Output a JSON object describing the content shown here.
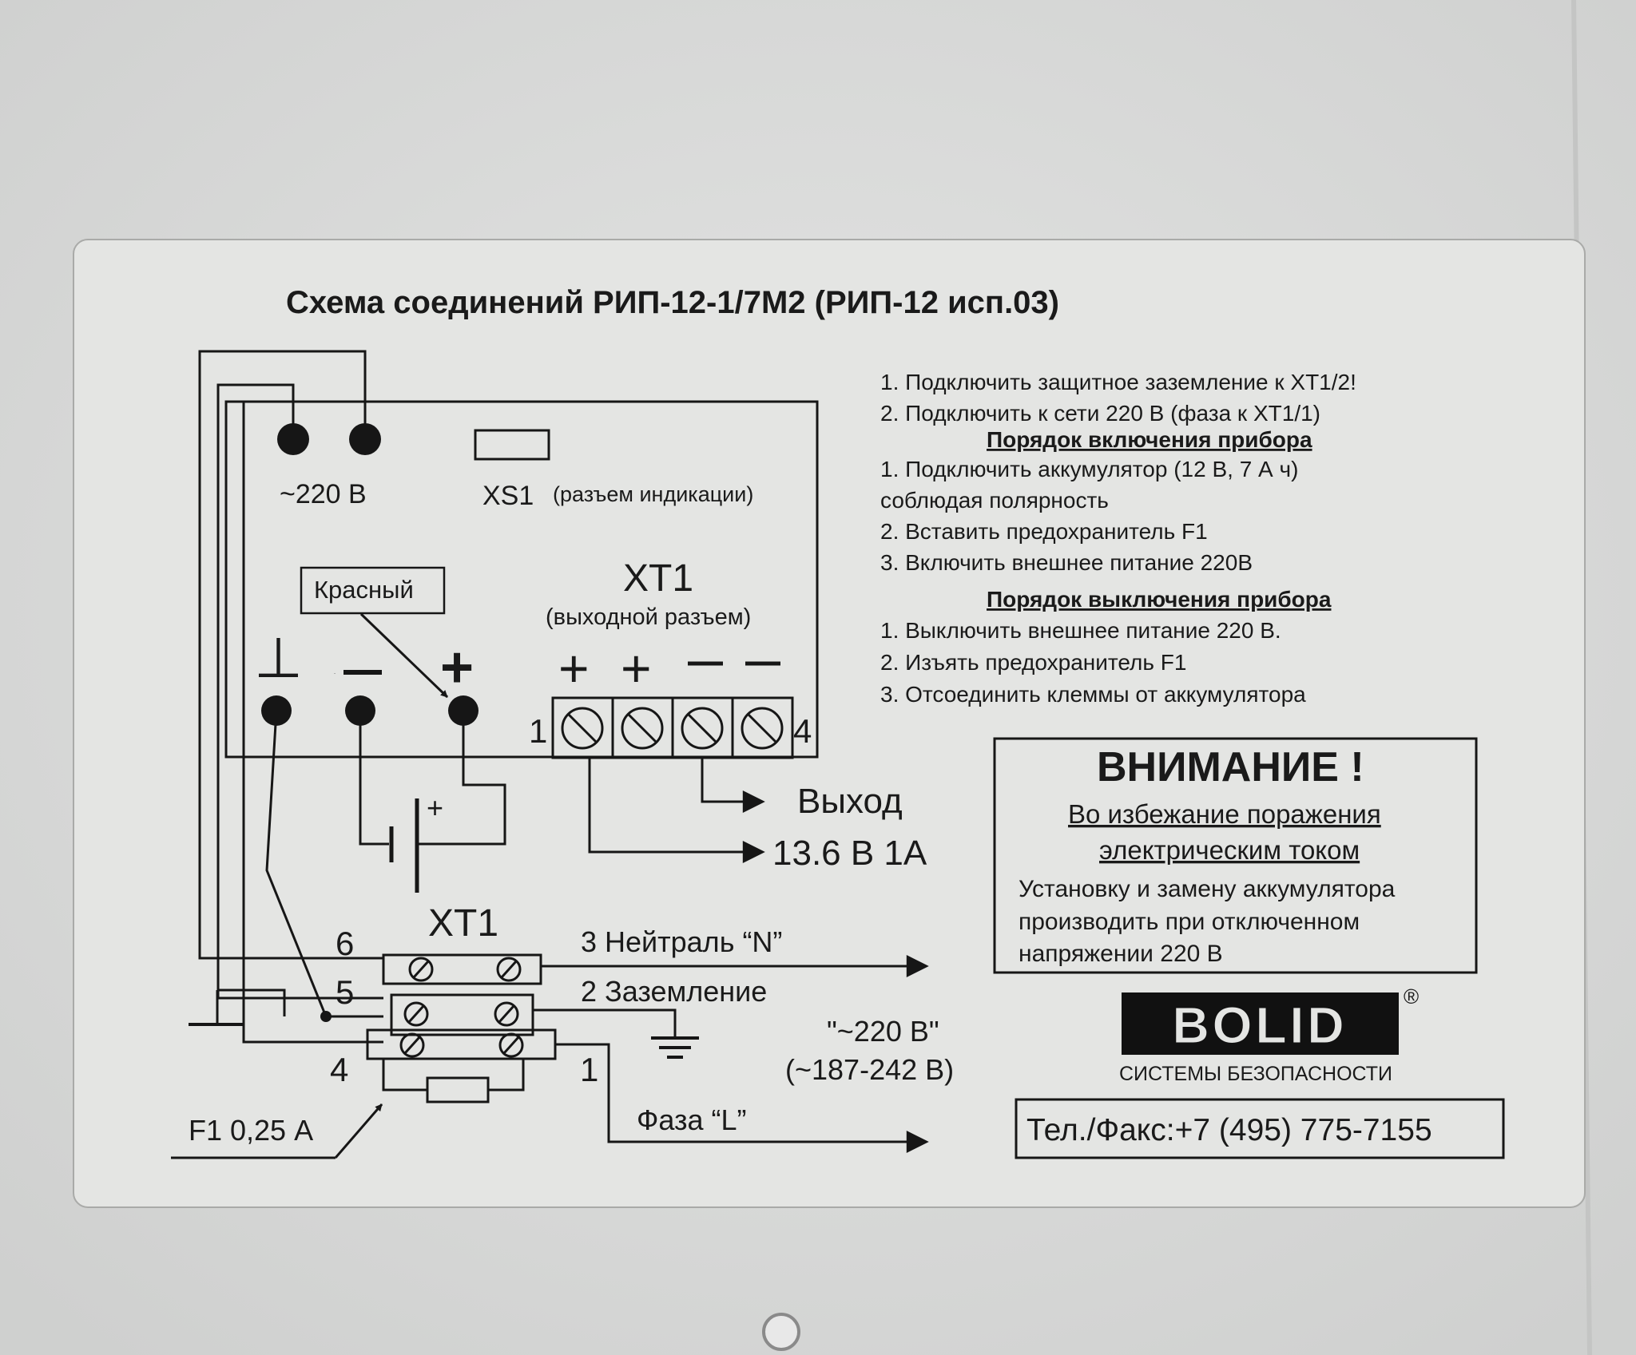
{
  "title": "Схема соединений РИП-12-1/7М2 (РИП-12 исп.03)",
  "board": {
    "mains_label": "~220 В",
    "xs1_label": "XS1",
    "xs1_note": "(разъем индикации)",
    "red_label": "Красный",
    "ground_symbol": "⊥",
    "minus_symbol": "−",
    "plus_symbol": "+",
    "xt1_title": "XT1",
    "xt1_subtitle": "(выходной разъем)",
    "xt1_polarity": [
      "+",
      "+",
      "−",
      "−"
    ],
    "xt1_first_pin": "1",
    "xt1_last_pin": "4",
    "battery_plus": "+"
  },
  "output": {
    "label": "Выход",
    "value": "13.6 В 1А"
  },
  "mains_block": {
    "title": "XT1",
    "pin_6": "6",
    "pin_5": "5",
    "pin_4": "4",
    "pin_1": "1",
    "neutral_label": "3 Нейтраль “N”",
    "earth_label": "2 Заземление",
    "phase_label": "Фаза  “L”",
    "voltage": "\"~220 В\"",
    "voltage_range": "(~187-242 В)",
    "fuse_label": "F1 0,25 А"
  },
  "instructions": {
    "lines": [
      "1. Подключить защитное заземление к XT1/2!",
      "2. Подключить к сети 220 В (фаза к XT1/1)"
    ],
    "power_on_title": "Порядок включения прибора",
    "power_on_steps": [
      "1. Подключить аккумулятор (12 В, 7 А ч)",
      "соблюдая полярность",
      "2. Вставить предохранитель F1",
      "3. Включить внешнее питание 220В"
    ],
    "power_off_title": "Порядок выключения прибора",
    "power_off_steps": [
      "1. Выключить внешнее питание 220 В.",
      "2. Изъять предохранитель F1",
      "3. Отсоединить клеммы от аккумулятора"
    ]
  },
  "warning": {
    "title": "ВНИМАНИЕ !",
    "underlined": [
      "Во избежание поражения",
      "электрическим током"
    ],
    "body": [
      "Установку и замену аккумулятора",
      "производить при отключенном",
      "напряжении 220 В"
    ]
  },
  "brand": {
    "logo": "BOLID",
    "registered": "®",
    "tagline": "СИСТЕМЫ БЕЗОПАСНОСТИ"
  },
  "contact": {
    "phone": "Тел./Факс:+7 (495) 775-7155"
  }
}
